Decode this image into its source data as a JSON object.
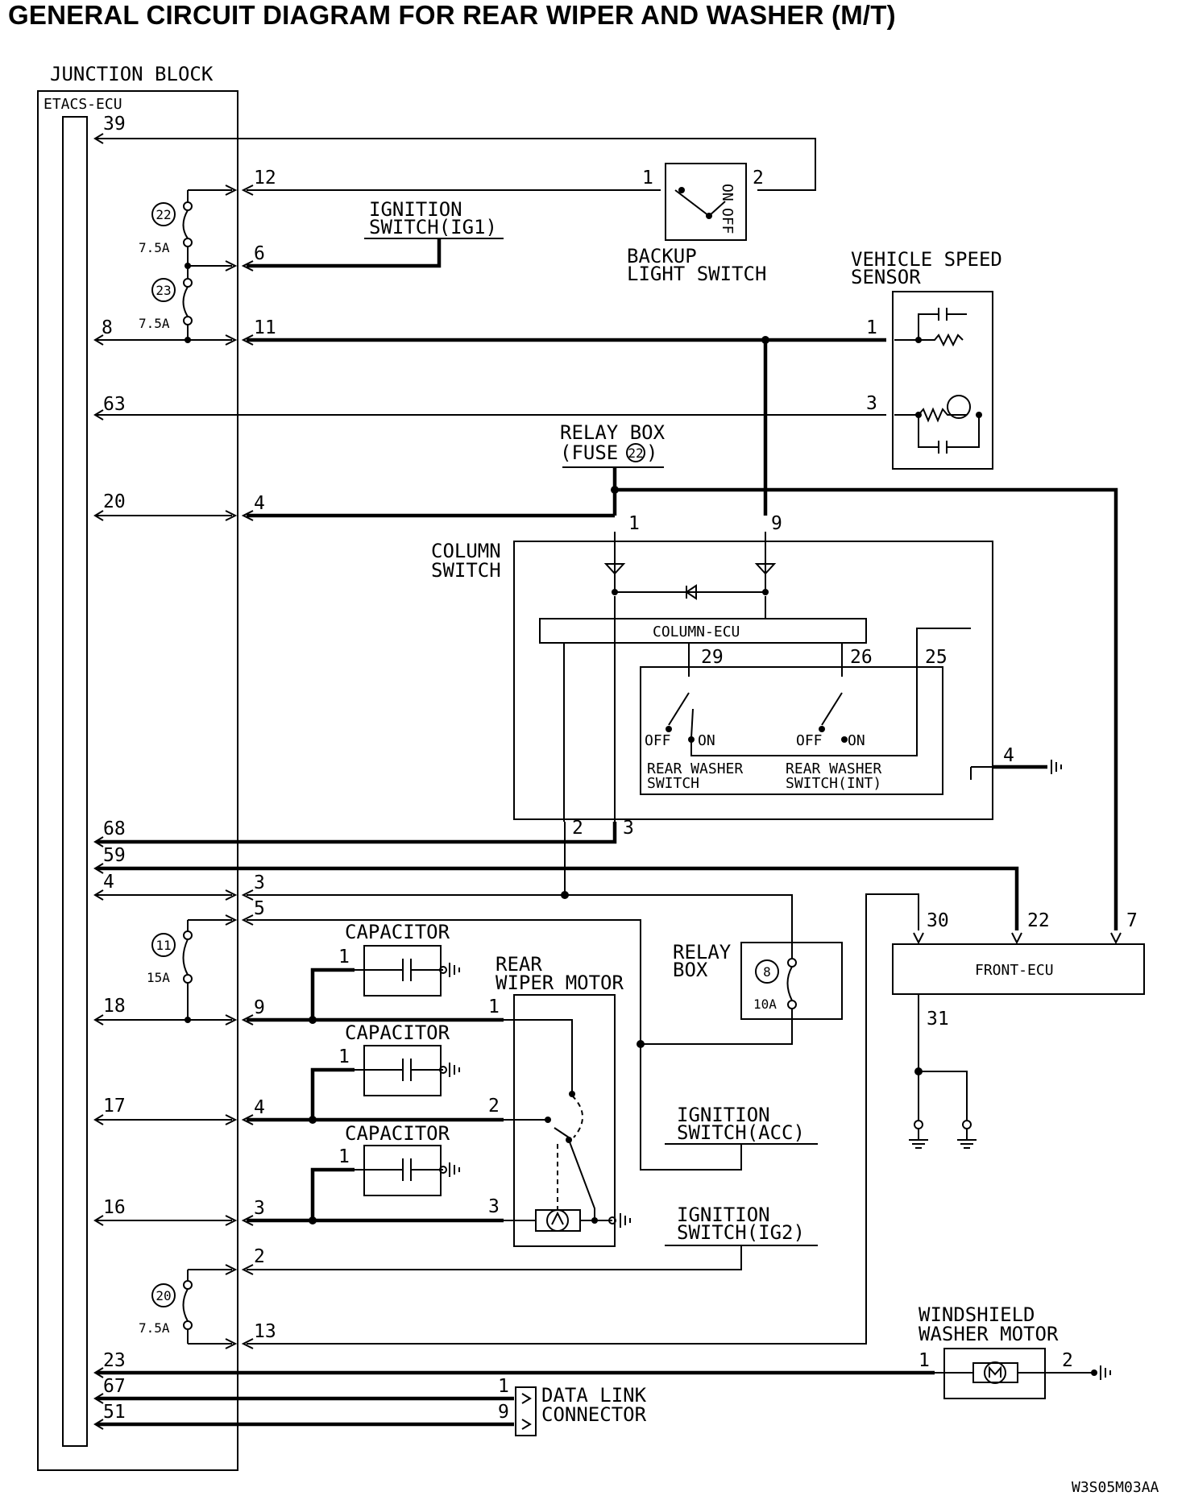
{
  "title": "GENERAL CIRCUIT DIAGRAM FOR REAR WIPER AND WASHER (M/T)",
  "figure_code": "W3S05M03AA",
  "components": {
    "junction_block": "JUNCTION BLOCK",
    "etacs_ecu": "ETACS-ECU",
    "ignition_switch_ig1": [
      "IGNITION",
      "SWITCH(IG1)"
    ],
    "backup_light_switch": [
      "BACKUP",
      "LIGHT SWITCH"
    ],
    "backup_switch_states": {
      "on": "ON",
      "off": "OFF"
    },
    "vehicle_speed_sensor": [
      "VEHICLE SPEED",
      "SENSOR"
    ],
    "relay_box_fuse": [
      "RELAY BOX",
      "(FUSE",
      ")"
    ],
    "relay_box_fuse_no": "22",
    "column_switch": [
      "COLUMN",
      "SWITCH"
    ],
    "column_ecu": "COLUMN-ECU",
    "rear_washer_switch": [
      "REAR WASHER",
      "SWITCH"
    ],
    "rear_washer_switch_int": [
      "REAR WASHER",
      "SWITCH(INT)"
    ],
    "switch_states": {
      "off": "OFF",
      "on": "ON"
    },
    "capacitor": "CAPACITOR",
    "rear_wiper_motor": [
      "REAR",
      "WIPER MOTOR"
    ],
    "relay_box": [
      "RELAY",
      "BOX"
    ],
    "ignition_switch_acc": [
      "IGNITION",
      "SWITCH(ACC)"
    ],
    "ignition_switch_ig2": [
      "IGNITION",
      "SWITCH(IG2)"
    ],
    "front_ecu": "FRONT-ECU",
    "windshield_washer_motor": [
      "WINDSHIELD",
      "WASHER MOTOR"
    ],
    "data_link_connector": [
      "DATA LINK",
      "CONNECTOR"
    ]
  },
  "fuses": [
    {
      "number": "22",
      "rating": "7.5A"
    },
    {
      "number": "23",
      "rating": "7.5A"
    },
    {
      "number": "11",
      "rating": "15A"
    },
    {
      "number": "20",
      "rating": "7.5A"
    },
    {
      "number": "8",
      "rating": "10A"
    }
  ],
  "etacs_pins": [
    "39",
    "8",
    "63",
    "20",
    "68",
    "59",
    "4",
    "18",
    "17",
    "16",
    "23",
    "67",
    "51"
  ],
  "junction_block_pins": [
    "12",
    "6",
    "11",
    "4",
    "3",
    "5",
    "9",
    "4",
    "3",
    "2",
    "13"
  ],
  "backup_switch_pins": [
    "1",
    "2"
  ],
  "speed_sensor_pins": [
    "1",
    "3"
  ],
  "column_switch_pins": [
    "1",
    "9",
    "29",
    "26",
    "25",
    "4",
    "2",
    "3"
  ],
  "capacitor_pins": [
    "1",
    "1",
    "1"
  ],
  "wiper_motor_pins": [
    "1",
    "2",
    "3"
  ],
  "front_ecu_pins": [
    "30",
    "22",
    "7",
    "31"
  ],
  "washer_motor_pins": [
    "1",
    "2"
  ],
  "data_link_pins": [
    "1",
    "9"
  ]
}
